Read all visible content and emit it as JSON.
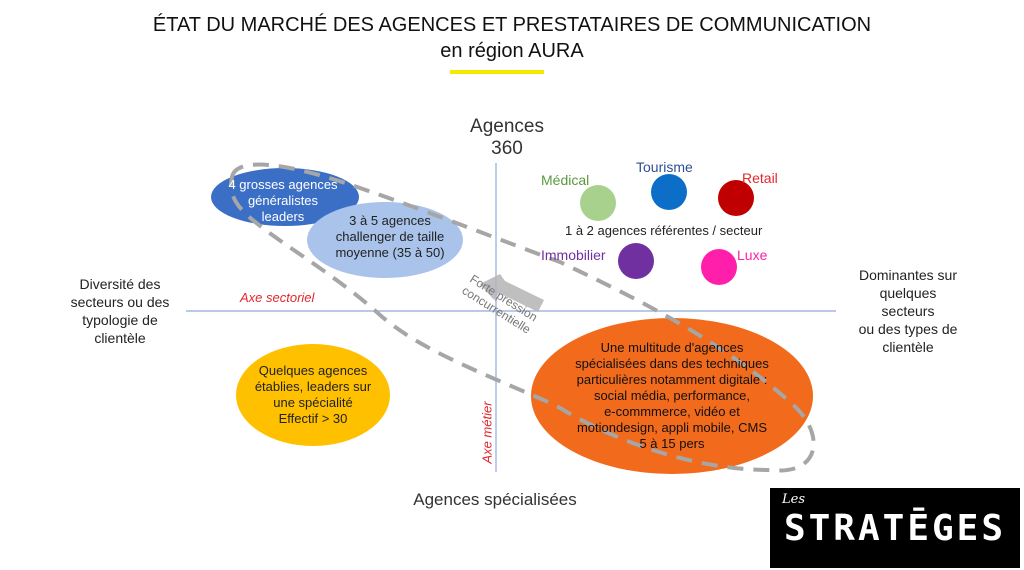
{
  "title": {
    "line1": "ÉTAT DU MARCHÉ DES AGENCES ET PRESTATAIRES DE COMMUNICATION",
    "line2": "en région AURA"
  },
  "axes": {
    "top_line1": "Agences",
    "top_line2": "360",
    "bottom": "Agences spécialisées",
    "left_lines": [
      "Diversité des",
      "secteurs ou des",
      "typologie de",
      "clientèle"
    ],
    "right_lines": [
      "Dominantes sur",
      "quelques",
      "secteurs",
      "ou des types de",
      "clientèle"
    ],
    "axe_sectoriel": "Axe sectoriel",
    "axe_metier": "Axe métier"
  },
  "blobs": {
    "grosses": [
      "4 grosses agences",
      "généralistes",
      "leaders"
    ],
    "challenger": [
      "3 à 5 agences",
      "challenger de taille",
      "moyenne (35 à 50)"
    ],
    "quelques": [
      "Quelques agences",
      "établies, leaders sur",
      "une spécialité",
      "Effectif > 30"
    ],
    "multitude": [
      "Une multitude d'agences",
      "spécialisées dans des techniques",
      "particulières notamment digitale :",
      "social média, performance,",
      "e-commmerce, vidéo et",
      "motiondesign, appli mobile, CMS",
      "5 à 15 pers"
    ]
  },
  "arrow_text": [
    "Forte pression",
    "concurrentielle"
  ],
  "sectors": {
    "medical": "Médical",
    "tourisme": "Tourisme",
    "retail": "Retail",
    "immobilier": "Immobilier",
    "luxe": "Luxe",
    "referentes": "1 à 2 agences référentes / secteur"
  },
  "colors": {
    "blue_dark": "#3b6fc6",
    "blue_light": "#a9c3ea",
    "yellow": "#ffc000",
    "orange": "#f26a1b",
    "green": "#a9d18e",
    "tourism_blue": "#0d6ec7",
    "red": "#c00000",
    "purple": "#7030a0",
    "pink": "#ff1faa",
    "gray_dash": "#a6a6a6"
  },
  "logo": {
    "small": "Les",
    "main": "STRATĒGES"
  }
}
